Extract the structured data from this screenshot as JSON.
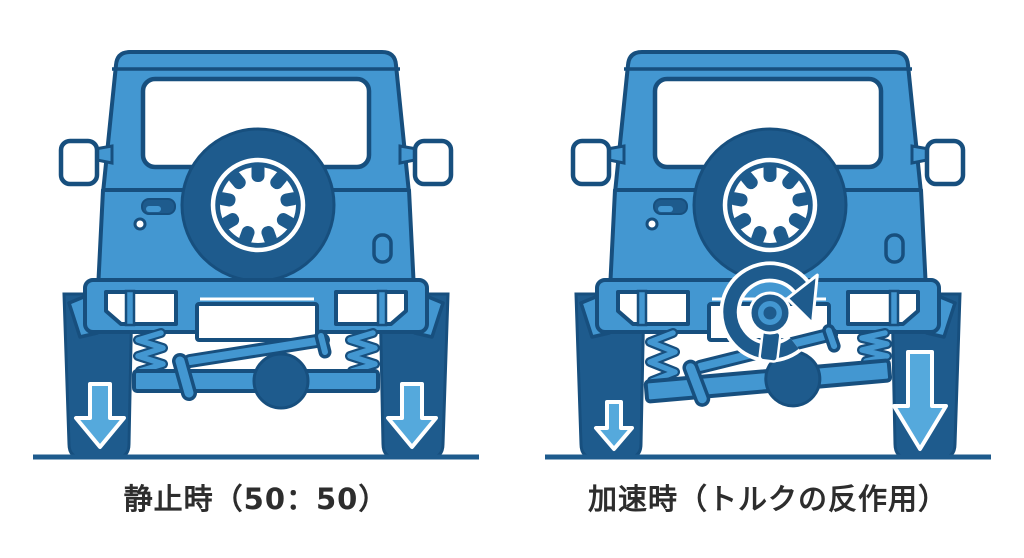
{
  "diagram": {
    "subject": "rear-axle weight transfer illustration",
    "panels": [
      {
        "name": "static",
        "caption": "静止時（50：50）",
        "wheel_load_arrows": {
          "left": "medium",
          "right": "medium"
        },
        "torque_icon": false
      },
      {
        "name": "acceleration",
        "caption": "加速時（トルクの反作用）",
        "wheel_load_arrows": {
          "left": "small",
          "right": "large"
        },
        "torque_icon": true
      }
    ]
  },
  "icons": {
    "down_arrow": "↓",
    "torque_rotation": "↻"
  },
  "colors": {
    "body": "#4397D1",
    "navy": "#1E5B8D",
    "outline": "#174F7E",
    "arrow": "#55A9DC",
    "ground": "#1E5B8D",
    "text": "#2D2D2D",
    "bg": "#FFFFFF"
  }
}
